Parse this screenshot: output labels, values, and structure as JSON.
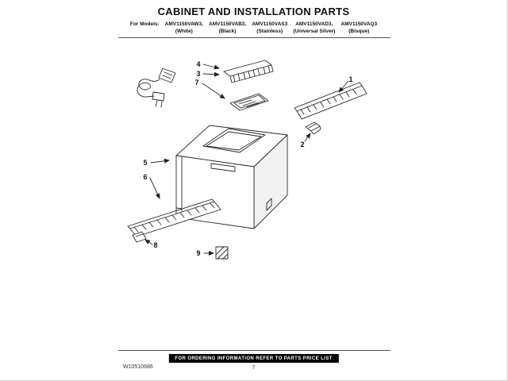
{
  "header": {
    "title": "CABINET AND INSTALLATION PARTS",
    "models_prefix": "For Models:",
    "models": [
      {
        "code": "AMV1150VAW3,",
        "color": "(White)"
      },
      {
        "code": "AMV1150VAB3,",
        "color": "(Black)"
      },
      {
        "code": "AMV1150VAS3",
        "color": "(Stainless)"
      },
      {
        "code": "AMV1150VAD3,",
        "color": "(Universal Silver)"
      },
      {
        "code": "AMV1150VAQ3",
        "color": "(Bisque)"
      }
    ]
  },
  "diagram": {
    "callouts": [
      {
        "label": "1"
      },
      {
        "label": "2"
      },
      {
        "label": "3"
      },
      {
        "label": "4"
      },
      {
        "label": "5"
      },
      {
        "label": "6"
      },
      {
        "label": "7"
      },
      {
        "label": "8"
      },
      {
        "label": "9"
      }
    ]
  },
  "footer": {
    "ordering_note": "FOR ORDERING INFORMATION REFER TO PARTS PRICE LIST",
    "doc_number": "W10510686",
    "page_number": "7"
  }
}
